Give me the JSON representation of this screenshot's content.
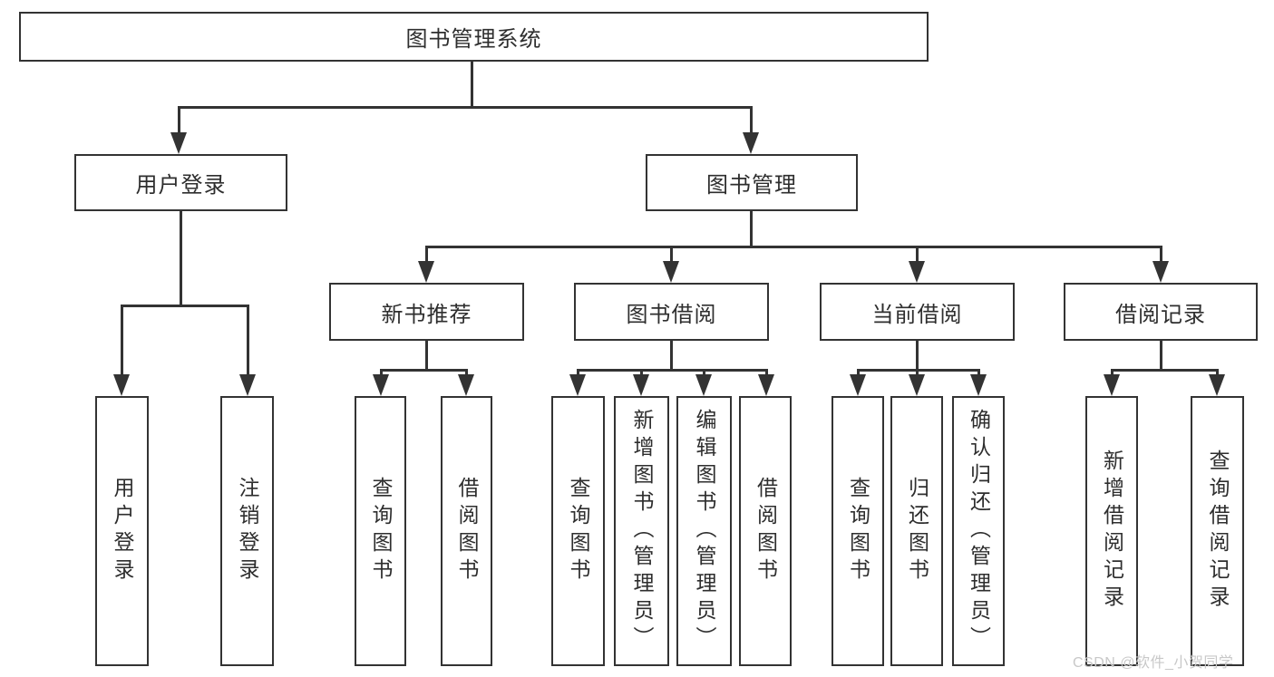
{
  "tree": {
    "root": {
      "label": "图书管理系统",
      "children": [
        {
          "label": "用户登录",
          "children": [
            {
              "label": "用户登录"
            },
            {
              "label": "注销登录"
            }
          ]
        },
        {
          "label": "图书管理",
          "children": [
            {
              "label": "新书推荐",
              "children": [
                {
                  "label": "查询图书"
                },
                {
                  "label": "借阅图书"
                }
              ]
            },
            {
              "label": "图书借阅",
              "children": [
                {
                  "label": "查询图书"
                },
                {
                  "label": "新增图书（管理员）"
                },
                {
                  "label": "编辑图书（管理员）"
                },
                {
                  "label": "借阅图书"
                }
              ]
            },
            {
              "label": "当前借阅",
              "children": [
                {
                  "label": "查询图书"
                },
                {
                  "label": "归还图书"
                },
                {
                  "label": "确认归还（管理员）"
                }
              ]
            },
            {
              "label": "借阅记录",
              "children": [
                {
                  "label": "新增借阅记录"
                },
                {
                  "label": "查询借阅记录"
                }
              ]
            }
          ]
        }
      ]
    }
  },
  "watermark": {
    "text": "CSDN @软件_小贺同学"
  },
  "colors": {
    "line": "#333333",
    "text": "#2e2e2e",
    "watermark": "#c8c8c8",
    "background": "#ffffff"
  }
}
